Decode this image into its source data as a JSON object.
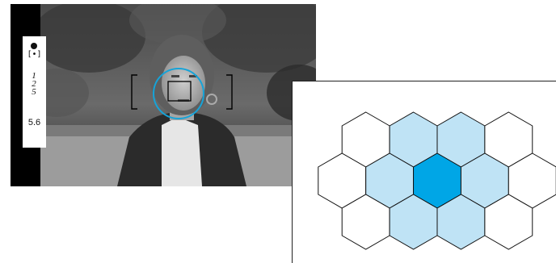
{
  "viewfinder": {
    "meter_bracket": "[•]",
    "shutter_speed": "1\n2\n5",
    "aperture": "5.6"
  },
  "metering": {
    "colors": {
      "center": "#00a6e6",
      "inner_ring": "#bfe3f5",
      "outer": "#ffffff",
      "stroke": "#111111",
      "focus_circle": "#16a3d8"
    },
    "rows": [
      [
        "outer",
        "inner_ring",
        "inner_ring",
        "outer"
      ],
      [
        "outer",
        "inner_ring",
        "center",
        "inner_ring",
        "outer"
      ],
      [
        "outer",
        "inner_ring",
        "inner_ring",
        "outer"
      ]
    ]
  }
}
